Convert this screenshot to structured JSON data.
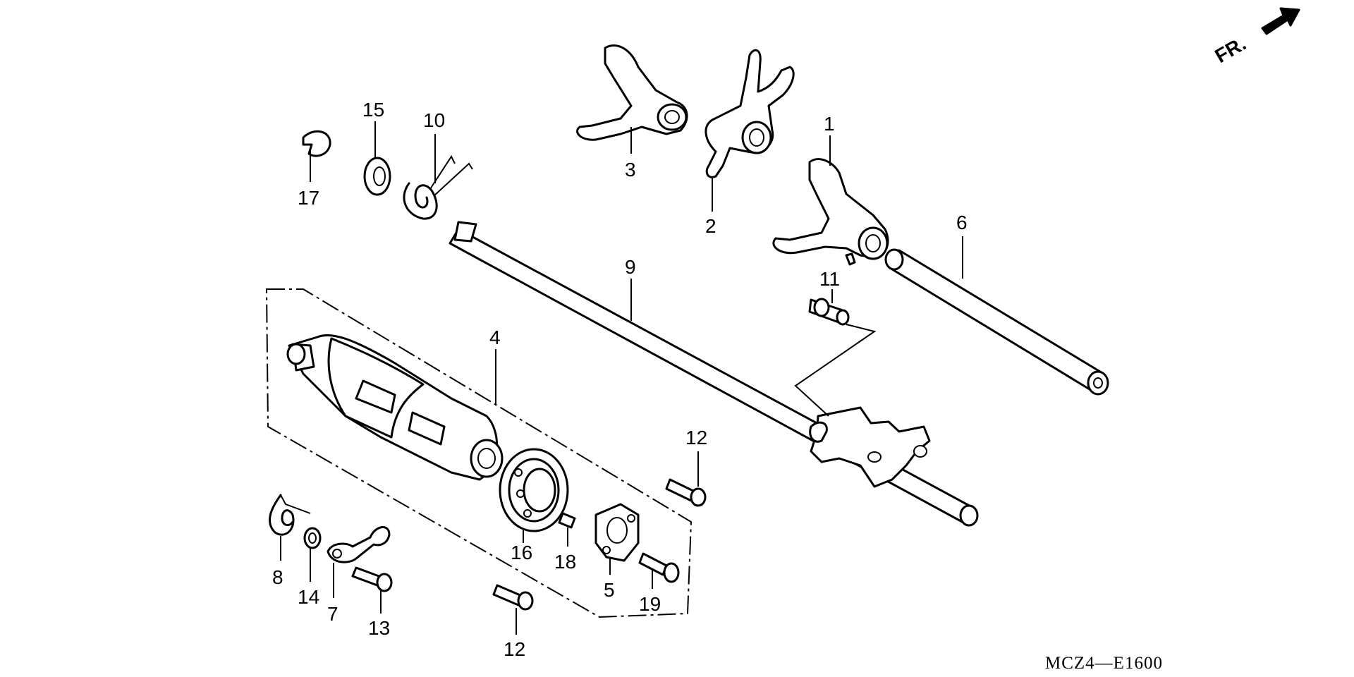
{
  "diagram": {
    "reference_code": "MCZ4—E1600",
    "direction_label": "FR.",
    "callouts": [
      {
        "id": "1",
        "text": "1"
      },
      {
        "id": "2",
        "text": "2"
      },
      {
        "id": "3",
        "text": "3"
      },
      {
        "id": "4",
        "text": "4"
      },
      {
        "id": "5",
        "text": "5"
      },
      {
        "id": "6",
        "text": "6"
      },
      {
        "id": "7",
        "text": "7"
      },
      {
        "id": "8",
        "text": "8"
      },
      {
        "id": "9",
        "text": "9"
      },
      {
        "id": "10",
        "text": "10"
      },
      {
        "id": "11",
        "text": "11"
      },
      {
        "id": "12a",
        "text": "12"
      },
      {
        "id": "12b",
        "text": "12"
      },
      {
        "id": "13",
        "text": "13"
      },
      {
        "id": "14",
        "text": "14"
      },
      {
        "id": "15",
        "text": "15"
      },
      {
        "id": "16",
        "text": "16"
      },
      {
        "id": "17",
        "text": "17"
      },
      {
        "id": "18",
        "text": "18"
      },
      {
        "id": "19",
        "text": "19"
      }
    ]
  }
}
